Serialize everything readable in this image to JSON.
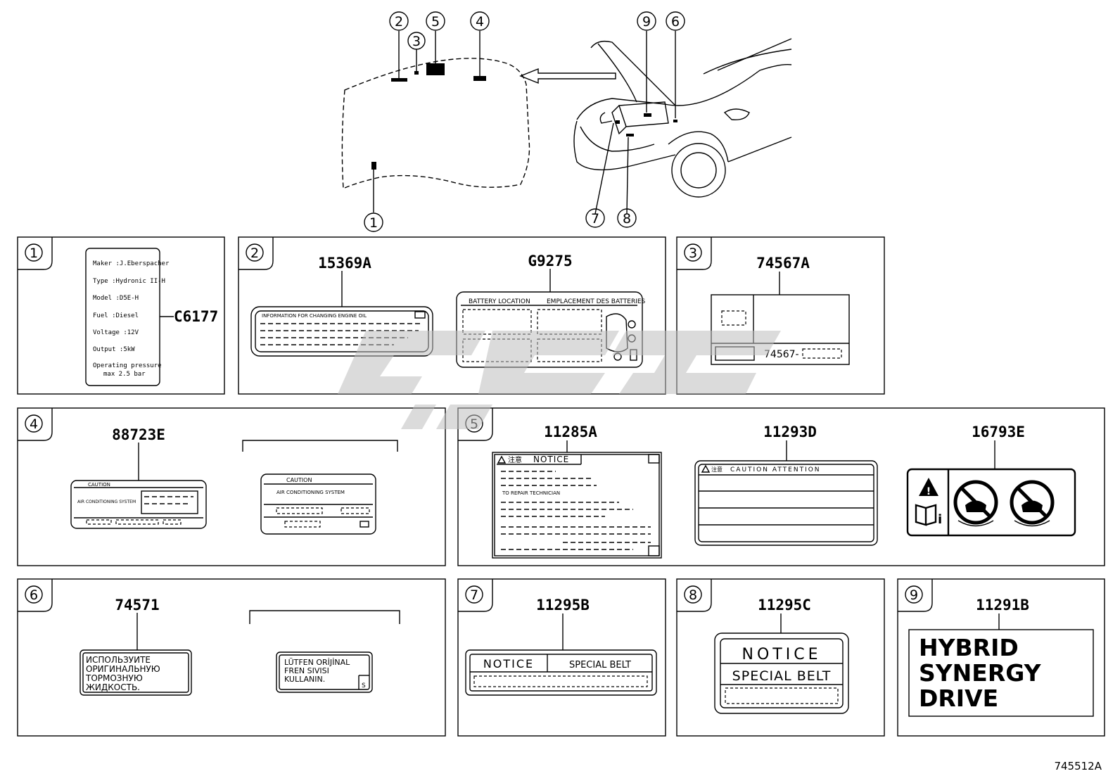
{
  "diagram_id": "745512A",
  "colors": {
    "line": "#000000",
    "watermark": "#bdbdbd",
    "background": "#ffffff"
  },
  "callouts": [
    "1",
    "2",
    "3",
    "4",
    "5",
    "6",
    "7",
    "8",
    "9"
  ],
  "panels": {
    "p1": {
      "number": "1",
      "part": "C6177",
      "lines": [
        "Maker :J.Eberspacher",
        "Type :Hydronic II-H",
        "Model :D5E-H",
        "Fuel :Diesel",
        "Voltage :12V",
        "Output :5kW",
        "Operating pressure",
        "max 2.5 bar"
      ]
    },
    "p2": {
      "number": "2",
      "part_a": "15369A",
      "part_a_text": "INFORMATION FOR CHANGING ENGINE OIL",
      "part_b": "G9275",
      "part_b_header": [
        "BATTERY LOCATION",
        "EMPLACEMENT DES BATTERIES"
      ]
    },
    "p3": {
      "number": "3",
      "part": "74567A",
      "code": "74567-"
    },
    "p4": {
      "number": "4",
      "part": "88723E",
      "caution": "CAUTION",
      "system": "AIR CONDITIONING SYSTEM"
    },
    "p5": {
      "number": "5",
      "part_a": "11285A",
      "notice": "NOTICE",
      "notice_kanji": "注意",
      "tech": "TO REPAIR TECHNICIAN",
      "part_b": "11293D",
      "caution_b": "CAUTION ATTENTION",
      "caution_b_kanji": "注意",
      "part_c": "16793E"
    },
    "p6": {
      "number": "6",
      "part": "74571",
      "ru_lines": [
        "ИСПОЛЬЗУИТЕ",
        "ОРИГИНАЛЬНУЮ",
        "ТОРМОЗНУЮ",
        "ЖИДКОСТЬ."
      ],
      "tr_lines": [
        "LÜTFEN ORİJİNAL",
        "FREN SIVISI",
        "KULLANIN."
      ],
      "tr_mark": "S"
    },
    "p7": {
      "number": "7",
      "part": "11295B",
      "notice": "NOTICE",
      "belt": "SPECIAL BELT"
    },
    "p8": {
      "number": "8",
      "part": "11295C",
      "notice": "NOTICE",
      "belt": "SPECIAL BELT"
    },
    "p9": {
      "number": "9",
      "part": "11291B",
      "lines": [
        "HYBRID",
        "SYNERGY",
        "DRIVE"
      ]
    }
  }
}
